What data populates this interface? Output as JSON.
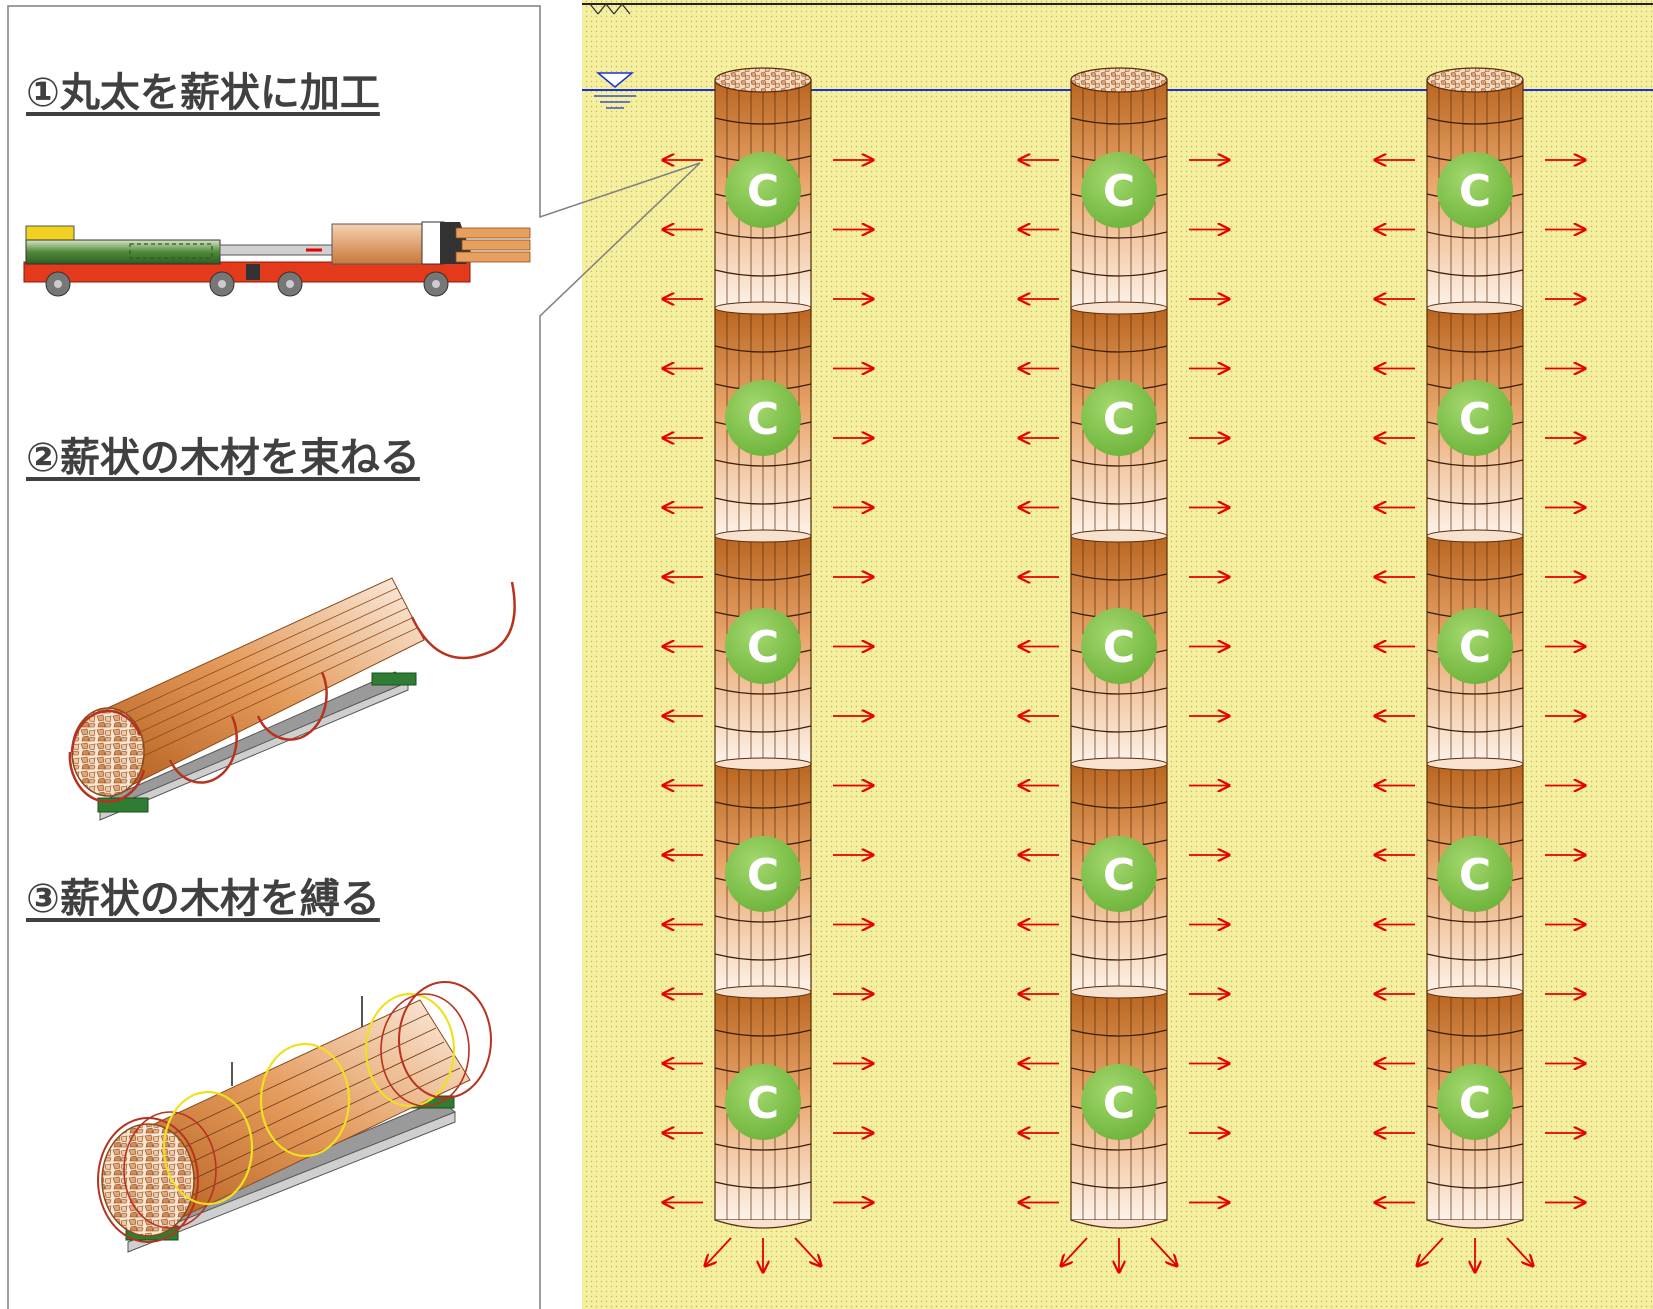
{
  "steps": [
    {
      "title": "①丸太を薪状に加工"
    },
    {
      "title": "②薪状の木材を束ねる"
    },
    {
      "title": "③薪状の木材を縛る"
    }
  ],
  "pile_label": "C",
  "colors": {
    "soil": "#f5efa0",
    "soil_dots": "#c9b955",
    "water_line": "#1a33d6",
    "wood_dark": "#b9651f",
    "wood_light": "#f3d4b8",
    "carbon_circle": "#7ac142",
    "arrow": "#e60000",
    "binding_ring": "#b8321f",
    "yellow_ring": "#f0e020",
    "frame": "#7f7f7f"
  },
  "icons": [
    "water-level-icon",
    "ground-surface-icon",
    "arrow-icon",
    "carbon-icon"
  ]
}
